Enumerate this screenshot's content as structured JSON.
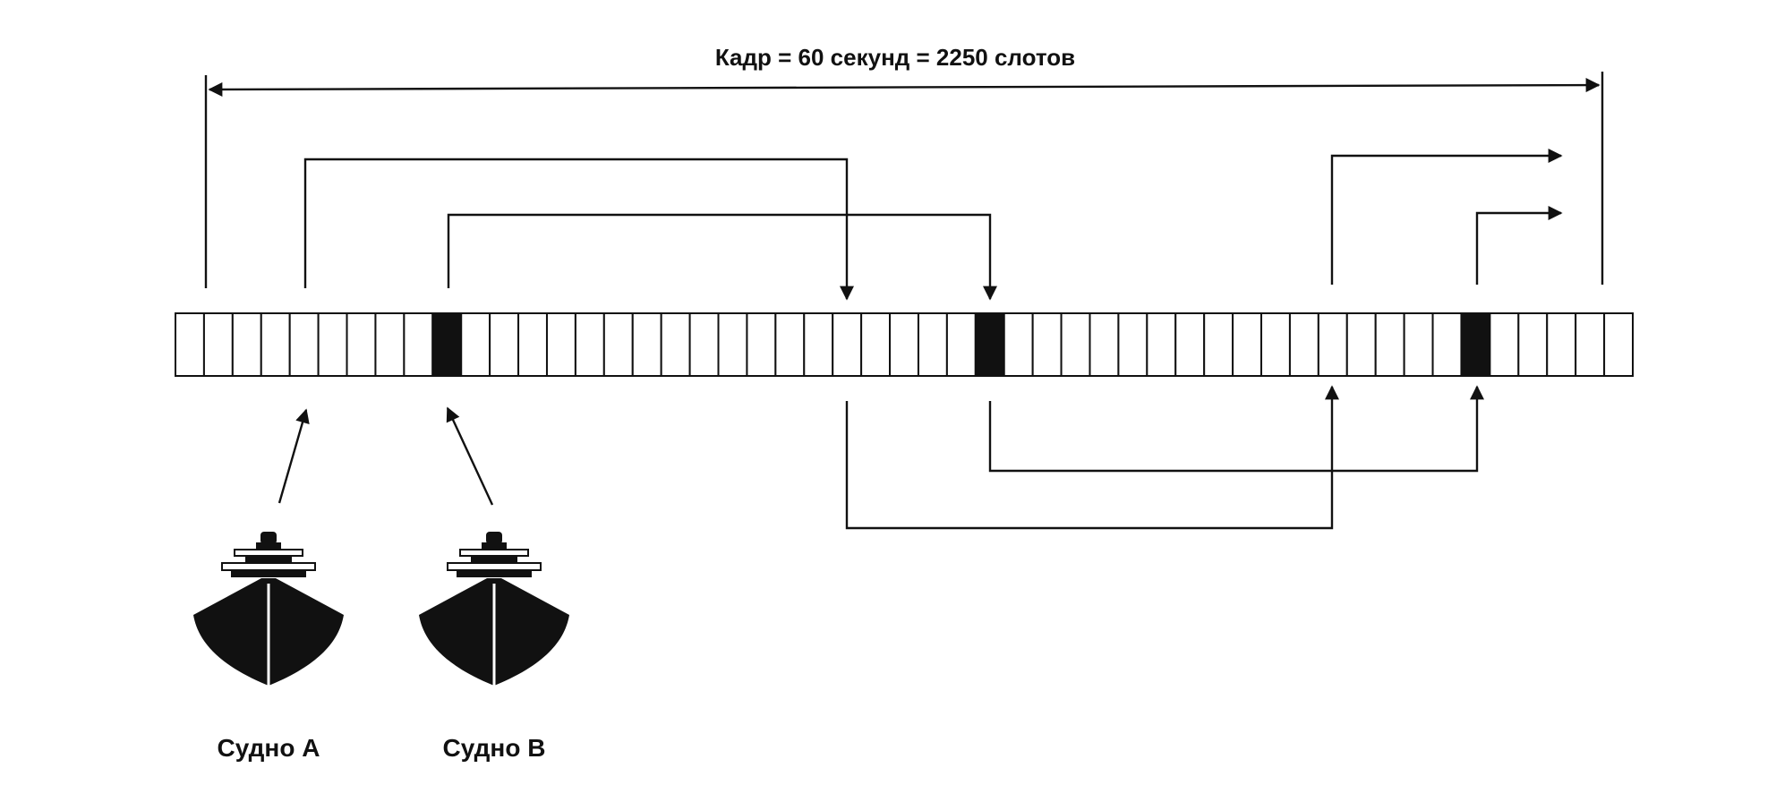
{
  "frame_label": "Кадр = 60 секунд = 2250 слотов",
  "vessels": [
    {
      "label": "Судно A",
      "icon": "ship-icon"
    },
    {
      "label": "Судно B",
      "icon": "ship-icon"
    }
  ],
  "timeline": {
    "visible_slot_count": 51,
    "filled_slots": [
      9,
      28,
      45
    ],
    "fill_color": "#111111",
    "empty_color": "#ffffff"
  }
}
